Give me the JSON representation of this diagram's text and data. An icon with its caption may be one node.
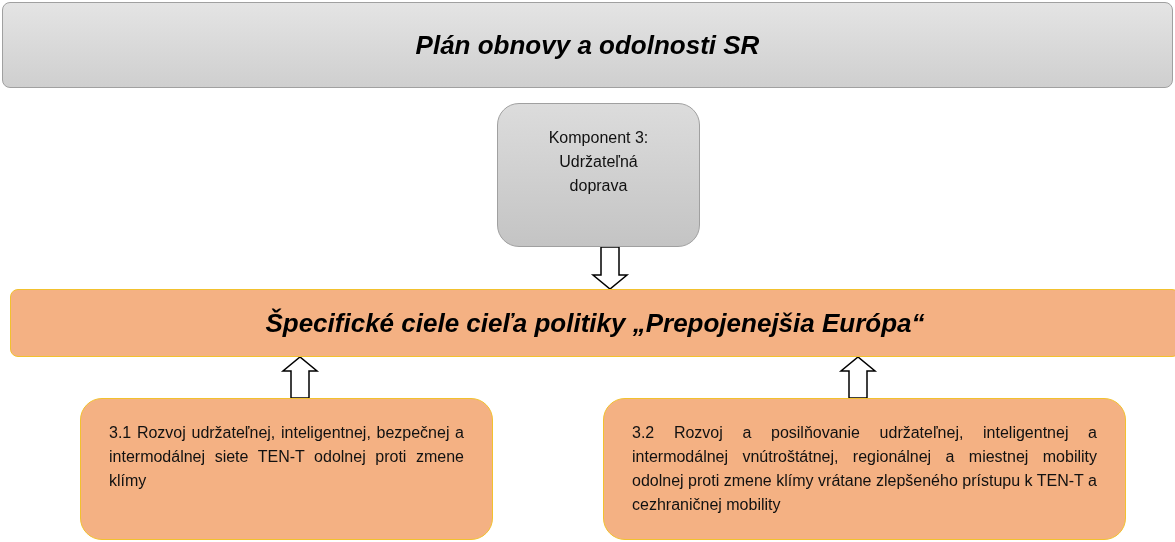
{
  "diagram": {
    "nodes": [
      {
        "text": [
          "Plán obnovy a odolnosti SR"
        ]
      },
      {
        "text": [
          "Komponent 3: Udržateľná doprava"
        ]
      },
      {
        "text": [
          "Špecifické ciele cieľa politiky „Prepojenejšia Európa“"
        ]
      },
      {
        "text": [
          "3.1 Rozvoj udržateľnej, inteligentnej, bezpečnej a intermodálnej siete TEN-T odolnej proti zmene klímy"
        ]
      },
      {
        "text": [
          "3.2 Rozvoj a posilňovanie udržateľnej, inteligentnej a intermodálnej vnútroštátnej, regionálnej a miestnej mobility odolnej proti zmene klímy vrátane zlepšeného prístupu k TEN-T a cezhraničnej mobility"
        ]
      }
    ],
    "edges": [
      {
        "from": 1,
        "to": 2,
        "arrow": "to"
      },
      {
        "from": 3,
        "to": 2,
        "arrow": "to"
      },
      {
        "from": 4,
        "to": 2,
        "arrow": "to"
      }
    ]
  }
}
